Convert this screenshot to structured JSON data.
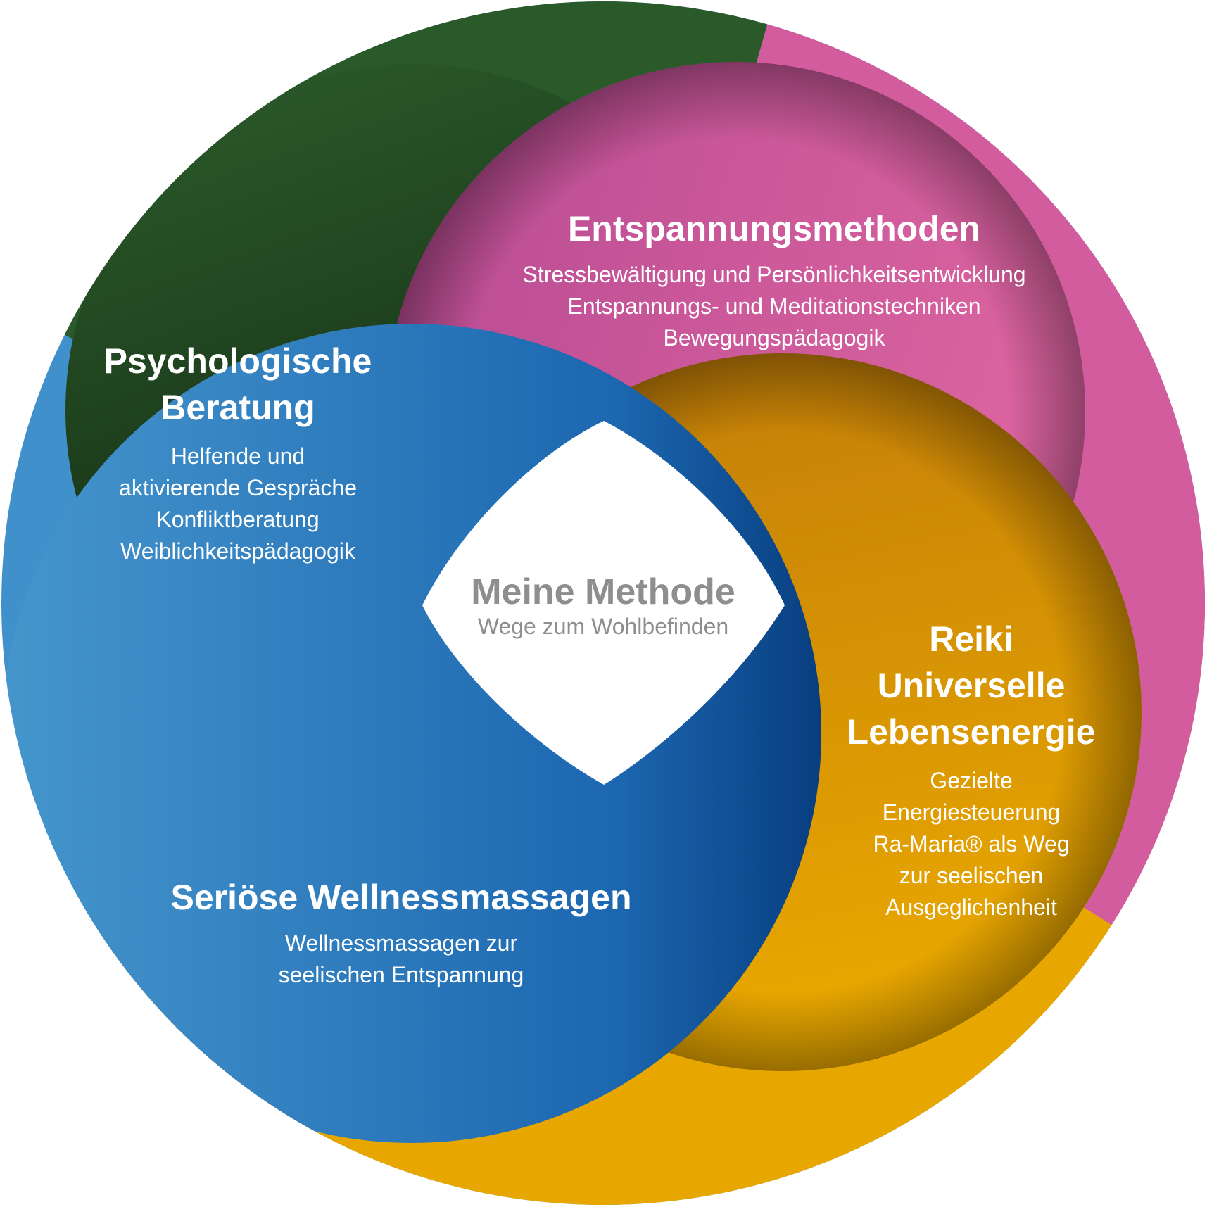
{
  "colors": {
    "green": "#2b5a2a",
    "green_dark": "#142a14",
    "pink": "#d25c9e",
    "pink_dark": "#a94a87",
    "blue": "#2f7dc0",
    "blue_light": "#4596cf",
    "blue_dark": "#0b4f9c",
    "gold": "#e8a500",
    "gold_dark": "#c2800a",
    "center_text": "#8e8e8e"
  },
  "center": {
    "title": "Meine Methode",
    "subtitle": "Wege zum Wohlbefinden"
  },
  "segments": {
    "psychologie": {
      "title_lines": [
        "Psychologische",
        "Beratung"
      ],
      "desc_lines": [
        "Helfende und",
        "aktivierende Gespräche",
        "Konfliktberatung",
        "Weiblichkeitspädagogik"
      ]
    },
    "entspannung": {
      "title_lines": [
        "Entspannungsmethoden"
      ],
      "desc_lines": [
        "Stressbewältigung und Persönlichkeitsentwicklung",
        "Entspannungs- und Meditationstechniken",
        "Bewegungspädagogik"
      ]
    },
    "reiki": {
      "title_lines": [
        "Reiki",
        "Universelle",
        "Lebensenergie"
      ],
      "desc_lines": [
        "Gezielte",
        "Energiesteuerung",
        "Ra-Maria® als Weg",
        "zur seelischen",
        "Ausgeglichenheit"
      ]
    },
    "wellness": {
      "title_lines": [
        "Seriöse Wellnessmassagen"
      ],
      "desc_lines": [
        "Wellnessmassagen zur",
        "seelischen Entspannung"
      ]
    }
  }
}
